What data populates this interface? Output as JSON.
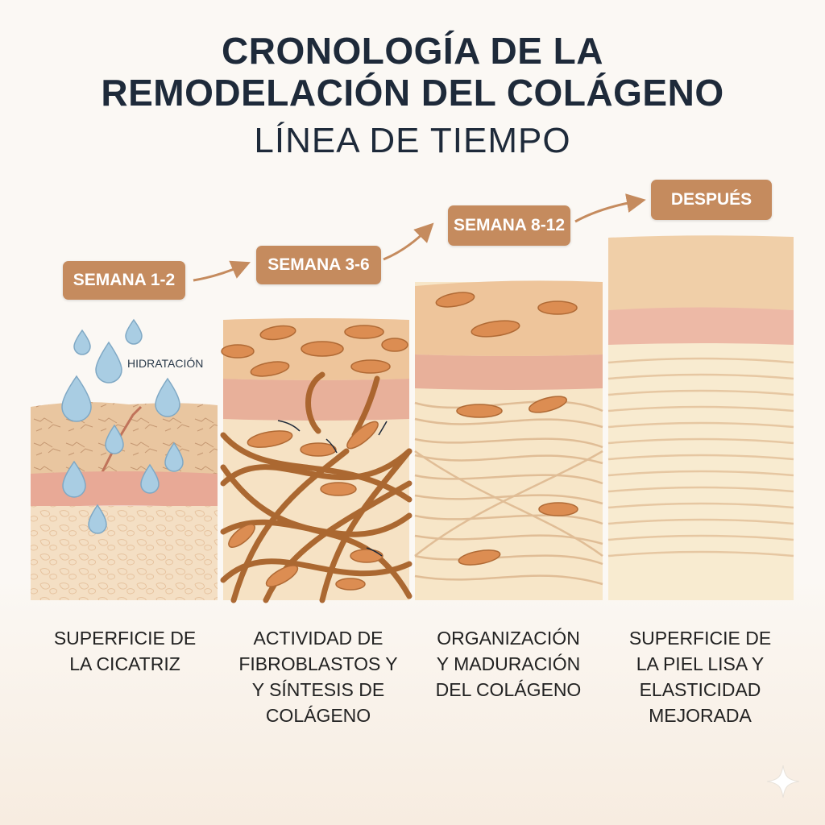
{
  "header": {
    "title_line1": "CRONOLOGÍA DE LA",
    "title_line2": "REMODELACIÓN DEL COLÁGENO",
    "subtitle": "LÍNEA DE TIEMPO"
  },
  "stages": [
    {
      "label": "SEMANA 1-2",
      "caption": [
        "SUPERFICIE DE",
        "LA CICATRIZ"
      ]
    },
    {
      "label": "SEMANA 3-6",
      "caption": [
        "ACTIVIDAD DE",
        "FIBROBLASTOS Y",
        "Y SÍNTESIS DE",
        "COLÁGENO"
      ]
    },
    {
      "label": "SEMANA 8-12",
      "caption": [
        "ORGANIZACIÓN",
        "Y MADURACIÓN",
        "DEL COLÁGENO"
      ]
    },
    {
      "label": "DESPUÉS",
      "caption": [
        "SUPERFICIE DE",
        "LA PIEL LISA Y",
        "ELASTICIDAD",
        "MEJORADA"
      ]
    }
  ],
  "annotations": {
    "hydration": "HIDRATACIÓN"
  },
  "colors": {
    "badge": "#c58b5e",
    "title": "#1e2a3a",
    "fiber": "#a8622a",
    "cell": "#dc8d52"
  }
}
